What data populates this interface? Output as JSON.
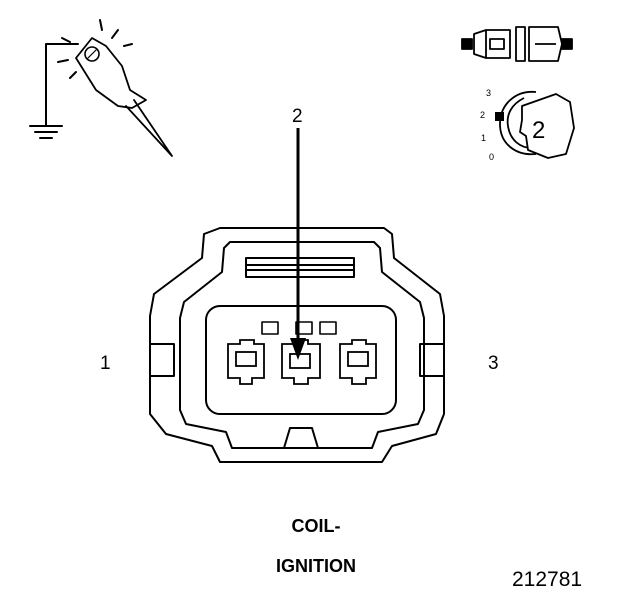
{
  "labels": {
    "pin_left": "1",
    "pin_center": "2",
    "pin_right": "3",
    "caption_line1": "COIL-",
    "caption_line2": "IGNITION",
    "figure_number": "212781"
  },
  "dial": {
    "ticks": [
      "3",
      "2",
      "1",
      "0"
    ],
    "value": "2"
  },
  "icons": {
    "probe": "ground-probe-icon",
    "connector_side": "connector-side-view-icon",
    "dial": "terminal-selector-dial-icon"
  }
}
